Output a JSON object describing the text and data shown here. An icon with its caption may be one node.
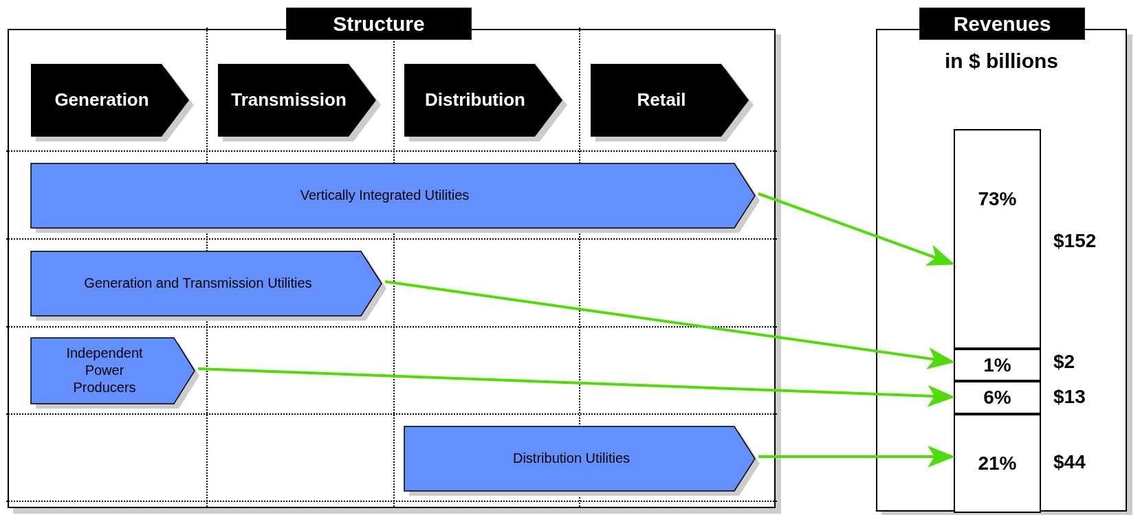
{
  "diagram": {
    "nodes": [
      {
        "text": [
          "Structure"
        ]
      },
      {
        "text": [
          "Generation"
        ],
        "in": 0
      },
      {
        "text": [
          "Transmission"
        ],
        "in": 0
      },
      {
        "text": [
          "Distribution"
        ],
        "in": 0
      },
      {
        "text": [
          "Retail"
        ],
        "in": 0
      },
      {
        "text": [
          "Vertically Integrated Utilities"
        ],
        "in": 0
      },
      {
        "text": [
          "Generation and Transmission Utilities"
        ],
        "in": 0
      },
      {
        "text": [
          "Independent Power Producers"
        ],
        "in": 0
      },
      {
        "text": [
          "Distribution Utilities"
        ],
        "in": 0
      },
      {
        "text": [
          "Revenues",
          "in $ billions"
        ]
      },
      {
        "text": [
          "73%"
        ],
        "in": 9,
        "beside": [
          "$152"
        ]
      },
      {
        "text": [
          "1%"
        ],
        "in": 9,
        "beside": [
          "$2"
        ]
      },
      {
        "text": [
          "6%"
        ],
        "in": 9,
        "beside": [
          "$13"
        ]
      },
      {
        "text": [
          "21%"
        ],
        "in": 9,
        "beside": [
          "$44"
        ]
      }
    ],
    "edges": [
      {
        "from": 5,
        "to": 10,
        "arrow": "to"
      },
      {
        "from": 6,
        "to": 11,
        "arrow": "to"
      },
      {
        "from": 7,
        "to": 12,
        "arrow": "to"
      },
      {
        "from": 8,
        "to": 13,
        "arrow": "to"
      }
    ]
  }
}
